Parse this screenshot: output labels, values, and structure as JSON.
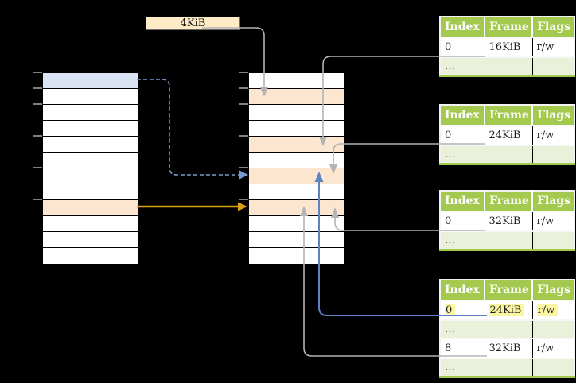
{
  "label_box": {
    "text": "4KiB"
  },
  "memory_columns": {
    "left": {
      "rows": [
        "blue",
        "white",
        "white",
        "white",
        "white",
        "white",
        "white",
        "white",
        "peach",
        "white",
        "white",
        "white"
      ]
    },
    "middle": {
      "rows": [
        "white",
        "peach",
        "white",
        "white",
        "peach",
        "white",
        "peach",
        "white",
        "peach",
        "white",
        "white",
        "white"
      ]
    }
  },
  "page_tables": [
    {
      "id": "page-table-16kib",
      "headers": [
        "Index",
        "Frame",
        "Flags"
      ],
      "rows": [
        {
          "cells": [
            "0",
            "16KiB",
            "r/w"
          ],
          "type": "value",
          "highlight": false
        },
        {
          "cells": [
            "…",
            "",
            ""
          ],
          "type": "dots",
          "highlight": false
        }
      ]
    },
    {
      "id": "page-table-24kib",
      "headers": [
        "Index",
        "Frame",
        "Flags"
      ],
      "rows": [
        {
          "cells": [
            "0",
            "24KiB",
            "r/w"
          ],
          "type": "value",
          "highlight": false
        },
        {
          "cells": [
            "…",
            "",
            ""
          ],
          "type": "dots",
          "highlight": false
        }
      ]
    },
    {
      "id": "page-table-32kib",
      "headers": [
        "Index",
        "Frame",
        "Flags"
      ],
      "rows": [
        {
          "cells": [
            "0",
            "32KiB",
            "r/w"
          ],
          "type": "value",
          "highlight": false
        },
        {
          "cells": [
            "…",
            "",
            ""
          ],
          "type": "dots",
          "highlight": false
        }
      ]
    },
    {
      "id": "page-table-root",
      "headers": [
        "Index",
        "Frame",
        "Flags"
      ],
      "rows": [
        {
          "cells": [
            "0",
            "24KiB",
            "r/w"
          ],
          "type": "value",
          "highlight": true
        },
        {
          "cells": [
            "…",
            "",
            ""
          ],
          "type": "dots",
          "highlight": false
        },
        {
          "cells": [
            "8",
            "32KiB",
            "r/w"
          ],
          "type": "value",
          "highlight": false
        },
        {
          "cells": [
            "…",
            "",
            ""
          ],
          "type": "dots",
          "highlight": false
        }
      ]
    }
  ],
  "colors": {
    "background": "#000000",
    "header_green": "#a3c94e",
    "row_light_green": "#eaf1da",
    "row_blue": "#dae3f3",
    "row_peach": "#fce6cf",
    "label_cream": "#feecc6",
    "highlight_yellow": "#fbf6a2",
    "connector_gray": "#b4b4b4",
    "connector_blue": "#5d83c4",
    "connector_blue_dashed": "#7b99cf",
    "connector_orange": "#dca015",
    "tick_gray": "#818181"
  }
}
